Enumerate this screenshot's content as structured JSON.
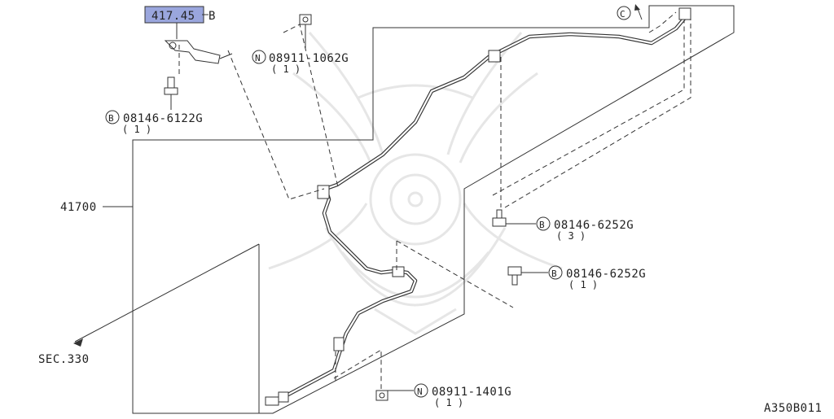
{
  "diagram": {
    "part_labels": {
      "bracket": "417.45",
      "bracket_suffix": "B",
      "brake_tube": "41700",
      "sec_ref": "SEC.330",
      "view_ref": "C"
    },
    "fasteners": [
      {
        "id": "bolt-top-left",
        "symbol": "B",
        "part_no": "08146-6122G",
        "qty": "( 1 )"
      },
      {
        "id": "nut-top",
        "symbol": "N",
        "part_no": "08911-1062G",
        "qty": "( 1 )"
      },
      {
        "id": "bolt-right-upper",
        "symbol": "B",
        "part_no": "08146-6252G",
        "qty": "( 3 )"
      },
      {
        "id": "bolt-right-lower",
        "symbol": "B",
        "part_no": "08146-6252G",
        "qty": "( 1 )"
      },
      {
        "id": "nut-bottom",
        "symbol": "N",
        "part_no": "08911-1401G",
        "qty": "( 1 )"
      }
    ],
    "diagram_code": "A350B011",
    "highlight_color": "#9aa6dd"
  }
}
